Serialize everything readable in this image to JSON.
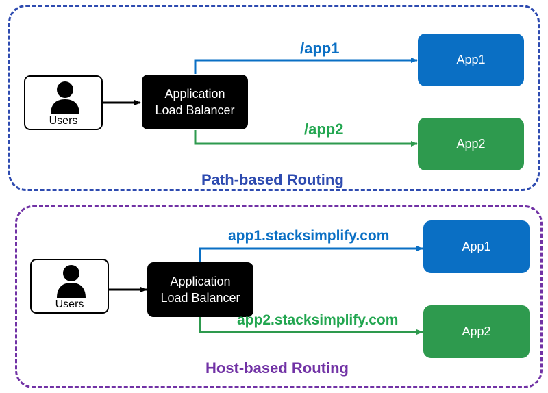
{
  "colors": {
    "blue_border": "#2e4bb0",
    "purple_border": "#7132a5",
    "app_blue": "#0a6fc4",
    "app_green": "#2e9a4e",
    "arrow_blue": "#0a6fc4",
    "arrow_green": "#2e9a4e",
    "label_blue": "#0a6fc4",
    "label_green": "#22a650",
    "title_blue": "#2e4bb0",
    "title_purple": "#7132a5"
  },
  "icons": {
    "user": "user-silhouette-icon"
  },
  "path_routing": {
    "title": "Path-based Routing",
    "users_label": "Users",
    "alb_line1": "Application",
    "alb_line2": "Load Balancer",
    "route1_label": "/app1",
    "route2_label": "/app2",
    "app1_label": "App1",
    "app2_label": "App2"
  },
  "host_routing": {
    "title": "Host-based Routing",
    "users_label": "Users",
    "alb_line1": "Application",
    "alb_line2": "Load Balancer",
    "route1_label": "app1.stacksimplify.com",
    "route2_label": "app2.stacksimplify.com",
    "app1_label": "App1",
    "app2_label": "App2"
  }
}
